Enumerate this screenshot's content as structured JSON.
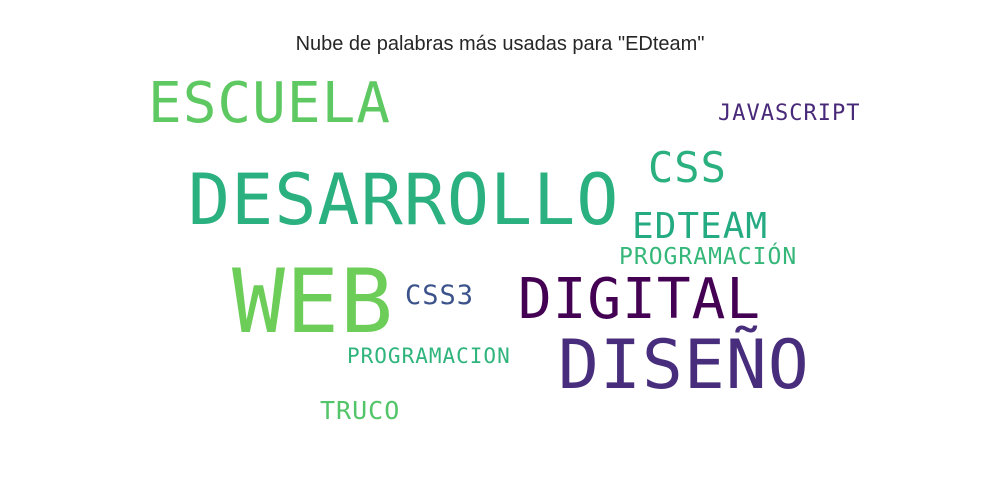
{
  "chart_data": {
    "type": "wordcloud",
    "title": "Nube de palabras más usadas para \"EDteam\"",
    "words": [
      {
        "text": "WEB",
        "color": "#6ccd59"
      },
      {
        "text": "DESARROLLO",
        "color": "#2bb07f"
      },
      {
        "text": "DISEÑO",
        "color": "#472d7b"
      },
      {
        "text": "DIGITAL",
        "color": "#440154"
      },
      {
        "text": "ESCUELA",
        "color": "#5ec962"
      },
      {
        "text": "CSS",
        "color": "#2bb07f"
      },
      {
        "text": "EDTEAM",
        "color": "#25ab82"
      },
      {
        "text": "PROGRAMACIÓN",
        "color": "#35b779"
      },
      {
        "text": "CSS3",
        "color": "#3b528b"
      },
      {
        "text": "JAVASCRIPT",
        "color": "#482878"
      },
      {
        "text": "PROGRAMACION",
        "color": "#2fb47c"
      },
      {
        "text": "TRUCO",
        "color": "#52c569"
      }
    ]
  }
}
